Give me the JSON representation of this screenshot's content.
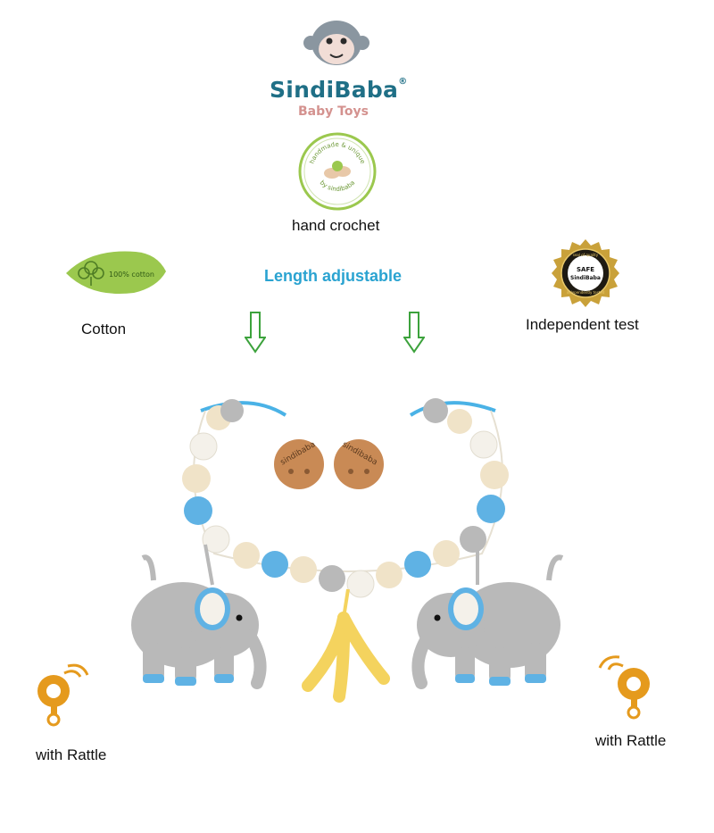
{
  "brand": {
    "name": "SindiBaba",
    "registered_mark": "®",
    "subtitle": "Baby Toys",
    "logo_icon": "monkey-face-icon",
    "colors": {
      "name": "#1f6f86",
      "subtitle": "#d4928f"
    }
  },
  "badges": {
    "handmade": {
      "seal_text_top": "handmade & unique",
      "seal_text_bottom": "by sindibaba",
      "caption": "hand crochet"
    },
    "cotton": {
      "leaf_text": "100% cotton",
      "caption": "Cotton",
      "color": "#9bc84e"
    },
    "safety": {
      "seal_text_top": "seal of quality",
      "seal_title": "SAFE",
      "seal_brand": "SindiBaba",
      "seal_text_bottom": "independently tested",
      "caption": "Independent test",
      "color": "#c9a13a"
    }
  },
  "length": {
    "label": "Length adjustable",
    "color": "#2aa3d1",
    "arrow_color": "#3ca23c"
  },
  "rattle": {
    "left_caption": "with Rattle",
    "right_caption": "with Rattle",
    "icon": "rattle-icon",
    "color": "#e59a1d"
  },
  "product": {
    "clip_text": "sindibaba",
    "colors": {
      "wood": "#f0e3c8",
      "blue": "#5fb2e4",
      "gray": "#b9b9b9",
      "white": "#f4f1ea",
      "clip": "#c98a55",
      "yellow": "#f4d35e"
    }
  }
}
